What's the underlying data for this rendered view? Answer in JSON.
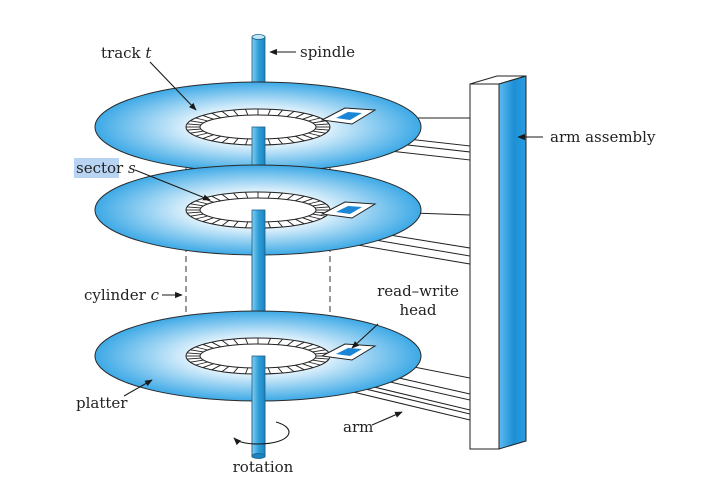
{
  "labels": {
    "track": "track",
    "track_var": "t",
    "spindle": "spindle",
    "arm_assembly": "arm assembly",
    "sector": "sector",
    "sector_var": "s",
    "cylinder": "cylinder",
    "cylinder_var": "c",
    "read_write_1": "read–write",
    "read_write_2": "head",
    "platter": "platter",
    "arm": "arm",
    "rotation": "rotation"
  },
  "colors": {
    "disk_edge": "#3da9e6",
    "disk_center": "#ffffff",
    "spindle": "#2f9fd8",
    "arm_assembly": "#1e8fd6",
    "head_pad": "#1b86d6",
    "sector_highlight": "#b9d3f3",
    "ink": "#1a1a1a"
  }
}
